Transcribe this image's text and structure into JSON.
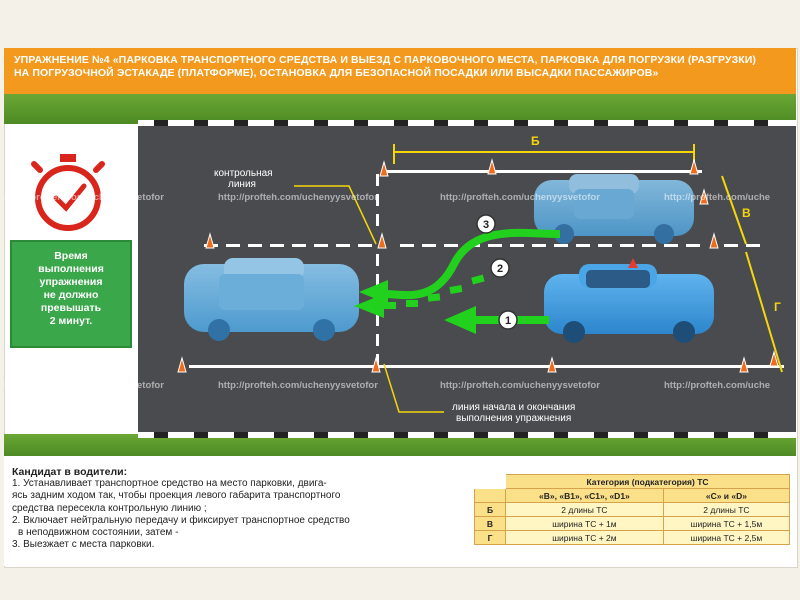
{
  "header": {
    "line1": "УПРАЖНЕНИЕ №4 «ПАРКОВКА ТРАНСПОРТНОГО СРЕДСТВА И ВЫЕЗД С ПАРКОВОЧНОГО МЕСТА, ПАРКОВКА ДЛЯ ПОГРУЗКИ (РАЗГРУЗКИ)",
    "line2": "НА ПОГРУЗОЧНОЙ ЭСТАКАДЕ (ПЛАТФОРМЕ), ОСТАНОВКА ДЛЯ БЕЗОПАСНОЙ ПОСАДКИ ИЛИ ВЫСАДКИ ПАССАЖИРОВ»"
  },
  "scene": {
    "control_line_label_1": "контрольная",
    "control_line_label_2": "линия",
    "start_end_label_1": "линия начала и окончания",
    "start_end_label_2": "выполнения упражнения",
    "dim_b": "Б",
    "dim_v": "В",
    "dim_g": "Г",
    "step1": "1",
    "step2": "2",
    "step3": "3",
    "watermark": "http://profteh.com/uchenyysvetofor",
    "watermark_short": "http://profteh.com/uche",
    "watermark_left": "http://profteh.com/uchenyysvetofor"
  },
  "timer": {
    "line1": "Время",
    "line2": "выполнения",
    "line3": "упражнения",
    "line4": "не должно",
    "line5": "превышать",
    "line6": "2 минут."
  },
  "instructions": {
    "title": "Кандидат в водители:",
    "l1": "1. Устанавливает транспортное средство на место парковки, двига-",
    "l2": "ясь задним ходом так, чтобы проекция левого габарита транспортного",
    "l3": "средства пересекла контрольную линию ;",
    "l4": "2. Включает нейтральную передачу и фиксирует транспортное средство",
    "l5": "в неподвижном состоянии, затем -",
    "l6": "3. Выезжает с места парковки."
  },
  "table": {
    "header": "Категория (подкатегория) ТС",
    "col1": "«В», «В1», «С1», «D1»",
    "col2": "«С» и «D»",
    "rows": [
      {
        "label": "Б",
        "c1": "2 длины ТС",
        "c2": "2 длины ТС"
      },
      {
        "label": "В",
        "c1": "ширина ТС + 1м",
        "c2": "ширина ТС + 1,5м"
      },
      {
        "label": "Г",
        "c1": "ширина ТС + 2м",
        "c2": "ширина ТС + 2,5м"
      }
    ]
  },
  "colors": {
    "header_bg": "#f39a1e",
    "timer_bg": "#3aa74a",
    "arrow_green": "#22d11e",
    "car_blue": "#3f9fe0",
    "asphalt": "#4a4a4d",
    "grass": "#5f9b2e",
    "dim_yellow": "#f4d60b"
  }
}
